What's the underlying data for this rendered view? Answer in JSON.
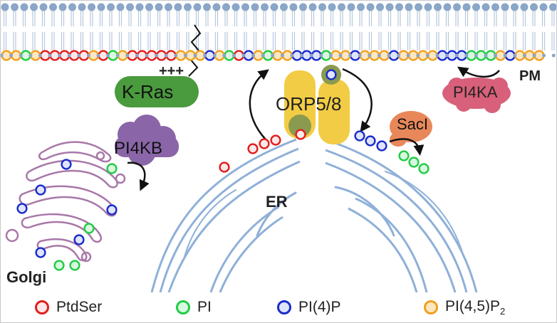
{
  "labels": {
    "kras": "K-Ras",
    "charges": "+++",
    "orp": "ORP5/8",
    "pi4kb": "PI4KB",
    "pi4ka": "PI4KA",
    "sac1": "SacI",
    "pm": "PM",
    "er": "ER",
    "golgi": "Golgi"
  },
  "legend": [
    {
      "key": "ptdser",
      "label": "PtdSer",
      "sub": "",
      "stroke": "#e01e1e",
      "fill": "#fde8e8"
    },
    {
      "key": "pi",
      "label": "PI",
      "sub": "",
      "stroke": "#22cc44",
      "fill": "#d8f8e0"
    },
    {
      "key": "pi4p",
      "label": "PI(4)P",
      "sub": "",
      "stroke": "#1a2ccc",
      "fill": "#dfe4fb"
    },
    {
      "key": "pi45p2",
      "label": "PI(4,5)P",
      "sub": "2",
      "stroke": "#f0a020",
      "fill": "#fbe7c2"
    }
  ],
  "colors": {
    "membrane_head": "#8aa6c8",
    "membrane_tail": "#b8c8dc",
    "er_membrane": "#8fb0d8",
    "golgi_membrane": "#a878a8",
    "kras": "#4a9a3e",
    "pi4k": "#d8607a",
    "pi4kb_enzyme": "#8a66a8",
    "sac1": "#e8885a",
    "orp_body": "#f2cc44",
    "orp_domain": "#8a9a4e"
  },
  "icons": [
    "curved-arrow-icon",
    "lipid-tail-icon"
  ]
}
